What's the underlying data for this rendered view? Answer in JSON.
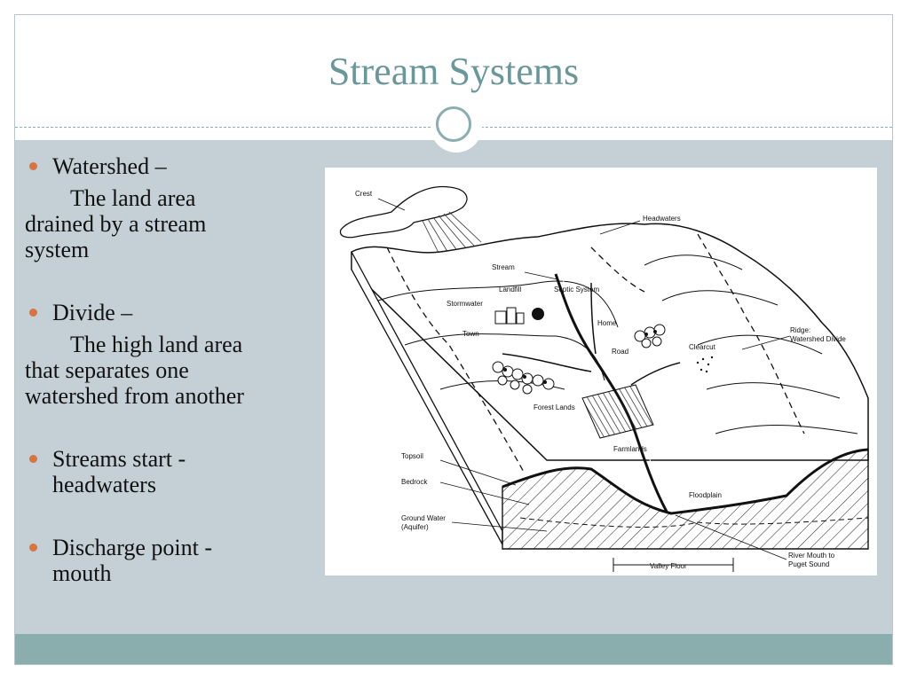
{
  "slide": {
    "title": "Stream Systems",
    "bullets": [
      {
        "term": "Watershed –",
        "definition": "The land area drained by a stream system"
      },
      {
        "term": "Divide –",
        "definition": "The high land area that separates one watershed from another"
      },
      {
        "term": "Streams start - headwaters"
      },
      {
        "term": "Discharge point - mouth"
      }
    ],
    "definition_lines": {
      "watershed": [
        "The land area",
        "drained by a stream",
        "system"
      ],
      "divide": [
        "The high land area",
        "that separates one",
        "watershed from another"
      ],
      "streams": [
        "Streams start -",
        "headwaters"
      ],
      "discharge": [
        "Discharge point -",
        "mouth"
      ]
    }
  },
  "diagram": {
    "labels": {
      "crest": "Crest",
      "headwaters": "Headwaters",
      "stream": "Stream",
      "landfill": "Landfill",
      "septic": "Septic System",
      "stormwater": "Stormwater",
      "home": "Home",
      "town": "Town",
      "road": "Road",
      "clearcut": "Clearcut",
      "ridge1": "Ridge:",
      "ridge2": "Watershed Divide",
      "forest": "Forest Lands",
      "farmlands": "Farmlands",
      "topsoil": "Topsoil",
      "bedrock": "Bedrock",
      "groundwater1": "Ground Water",
      "groundwater2": "(Aquifer)",
      "floodplain": "Floodplain",
      "valley": "Valley Floor",
      "mouth1": "River Mouth to",
      "mouth2": "Puget Sound"
    }
  }
}
